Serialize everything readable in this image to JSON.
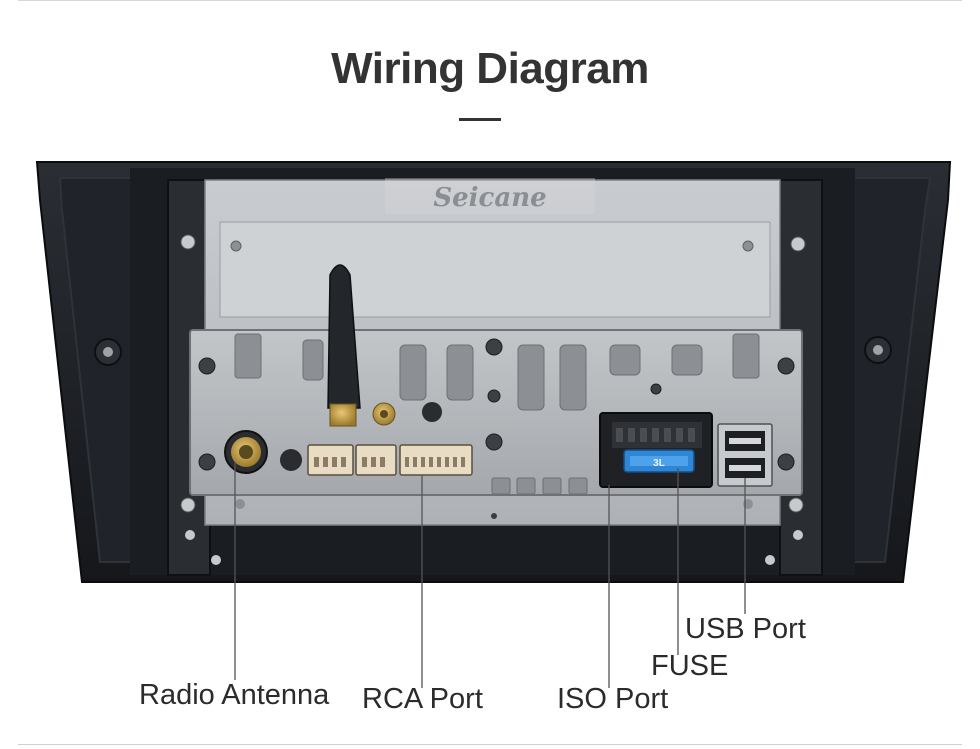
{
  "title": "Wiring Diagram",
  "brand": "Seicane",
  "fuse_text": "3L",
  "labels": {
    "radio_antenna": "Radio Antenna",
    "rca_port": "RCA Port",
    "iso_port": "ISO Port",
    "fuse": "FUSE",
    "usb_port": "USB Port"
  },
  "colors": {
    "title": "#333333",
    "frame": "#1c1f24",
    "chassis": "#a9adb1",
    "panel": "#b9bcbf",
    "fuse": "#2f86d6",
    "leader_line": "#555555"
  }
}
